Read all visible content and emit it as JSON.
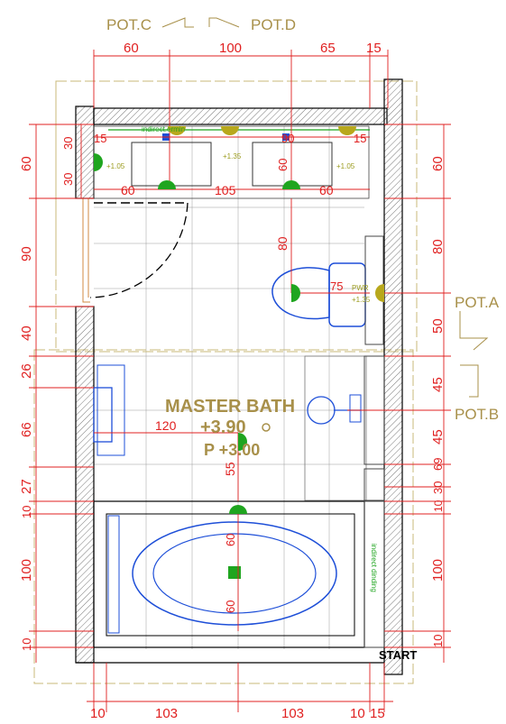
{
  "room": {
    "title": "MASTER BATH",
    "ceiling_level": "+3.90",
    "floor_level": "P +3.00"
  },
  "pot_labels": {
    "c": "POT.C",
    "d": "POT.D",
    "a": "POT.A",
    "b": "POT.B"
  },
  "start_label": "START",
  "top_dims": [
    "60",
    "100",
    "65",
    "15"
  ],
  "bottom_dims": [
    "10",
    "103",
    "103",
    "10",
    "15"
  ],
  "left_dims": [
    "60",
    "90",
    "40",
    "26",
    "66",
    "27",
    "10",
    "100",
    "10"
  ],
  "right_dims": [
    "60",
    "80",
    "50",
    "45",
    "45",
    "69",
    "30",
    "10",
    "100",
    "10"
  ],
  "inner_dims": {
    "v30a": "30",
    "v30b": "30",
    "h15a": "15",
    "h90": "90",
    "h15b": "15",
    "h60a": "60",
    "h105": "105",
    "h60b": "60",
    "v60": "60",
    "v80": "80",
    "h75": "75",
    "h120": "120",
    "v55": "55",
    "tub60a": "60",
    "tub60b": "60"
  },
  "fixture_labels": {
    "indirect_top": "indirect.ermin",
    "lvl_mirror_left": "+1.05",
    "lvl_center": "+1.35",
    "lvl_mirror_right": "+1.05",
    "pwr": "PWR",
    "lvl_wc": "+1.35",
    "indirect_side": "indirect dinding"
  },
  "colors": {
    "dimension": "#e02020",
    "label": "#a8904a",
    "fixture": "#1e4fd8",
    "light_green": "#17a517",
    "light_olive": "#b8a81c"
  }
}
